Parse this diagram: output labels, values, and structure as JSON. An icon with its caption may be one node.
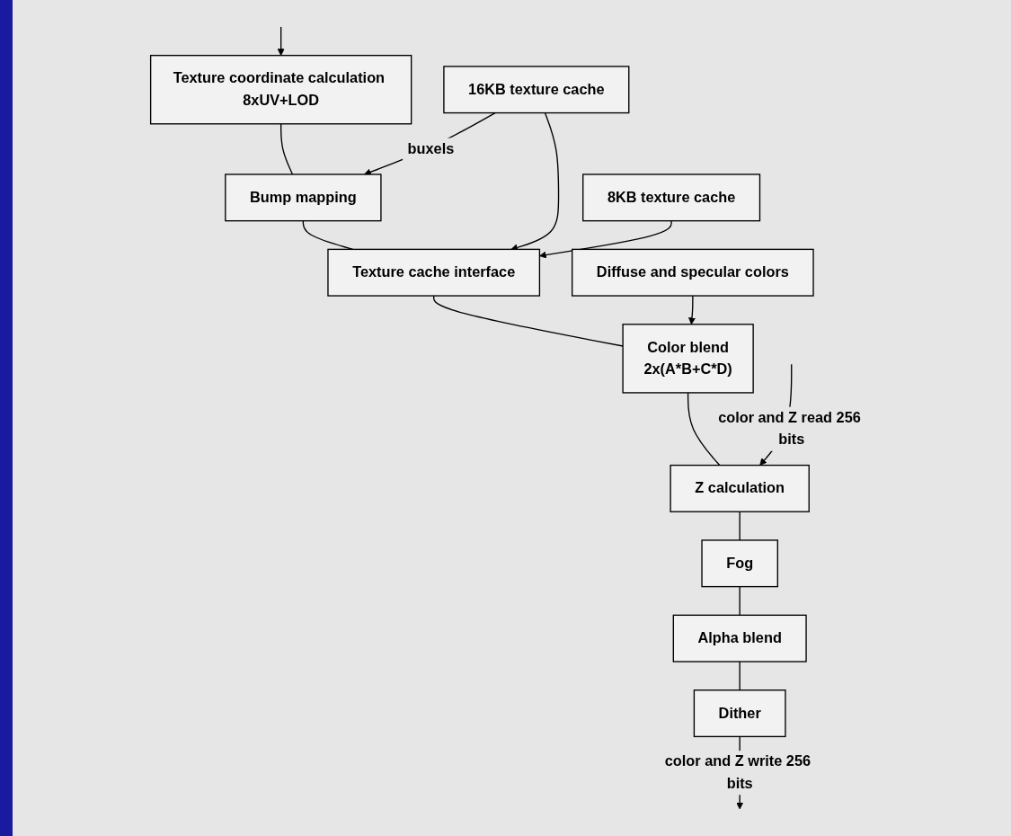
{
  "diagram": {
    "nodes": [
      {
        "text": [
          "Texture coordinate calculation 8xUV+LOD"
        ]
      },
      {
        "text": [
          "Bump mapping"
        ]
      },
      {
        "text": [
          "16KB texture cache"
        ]
      },
      {
        "text": [
          "Texture cache interface"
        ]
      },
      {
        "text": [
          "8KB texture cache"
        ]
      },
      {
        "text": [
          "Diffuse and specular colors"
        ]
      },
      {
        "text": [
          "Color blend",
          "2x(A*B+C*D)"
        ]
      },
      {
        "text": [
          "Z calculation"
        ]
      },
      {
        "text": [
          "Fog"
        ]
      },
      {
        "text": [
          "Alpha blend"
        ]
      },
      {
        "text": [
          "Dither"
        ]
      }
    ],
    "edges": [
      {
        "from": null,
        "to": 0,
        "arrow": "to"
      },
      {
        "from": 0,
        "to": 1,
        "arrow": "none"
      },
      {
        "from": 2,
        "to": 1,
        "arrow": "to",
        "label": "buxels"
      },
      {
        "from": 1,
        "to": 3,
        "arrow": "none"
      },
      {
        "from": 2,
        "to": 3,
        "arrow": "to"
      },
      {
        "from": 4,
        "to": 3,
        "arrow": "to"
      },
      {
        "from": 3,
        "to": 6,
        "arrow": "none"
      },
      {
        "from": 5,
        "to": 6,
        "arrow": "to"
      },
      {
        "from": 6,
        "to": 7,
        "arrow": "none"
      },
      {
        "from": null,
        "to": 7,
        "arrow": "to",
        "label": "color and Z read 256 bits"
      },
      {
        "from": 7,
        "to": 8,
        "arrow": "none"
      },
      {
        "from": 8,
        "to": 9,
        "arrow": "none"
      },
      {
        "from": 9,
        "to": 10,
        "arrow": "none"
      },
      {
        "from": 10,
        "to": null,
        "arrow": "to",
        "label": "color and Z write 256 bits"
      }
    ]
  }
}
